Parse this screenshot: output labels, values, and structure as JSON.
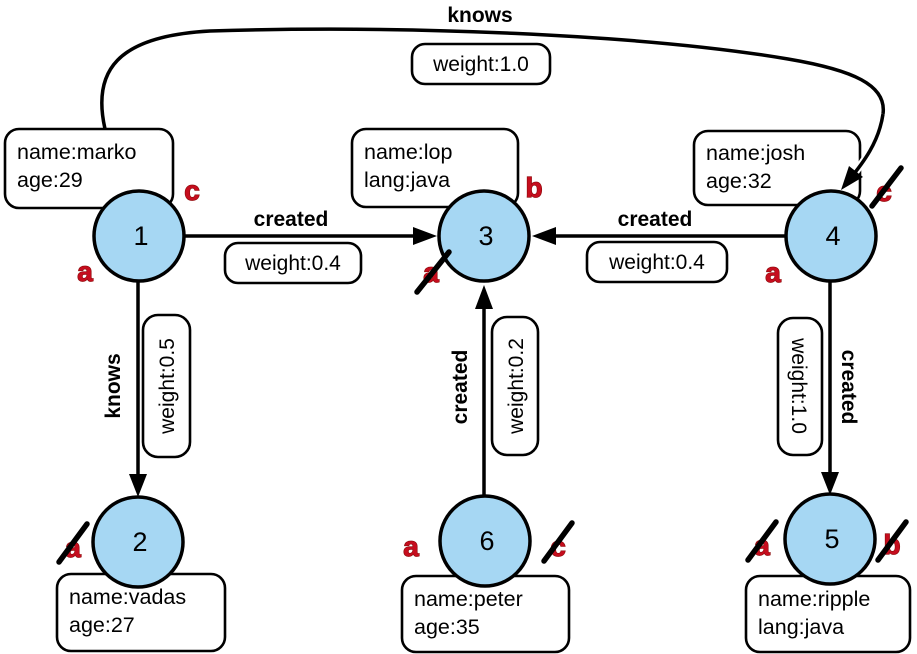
{
  "diagram": {
    "type": "property-graph",
    "colors": {
      "node_fill": "#a6d7f3",
      "node_stroke": "#000000",
      "edge_color": "#000000",
      "marker_red": "#c60d1e"
    },
    "nodes": [
      {
        "id": "1",
        "line1": "name:marko",
        "line2": "age:29",
        "markers": [
          {
            "letter": "c",
            "struck": false
          },
          {
            "letter": "a",
            "struck": false
          }
        ]
      },
      {
        "id": "2",
        "line1": "name:vadas",
        "line2": "age:27",
        "markers": [
          {
            "letter": "a",
            "struck": true
          }
        ]
      },
      {
        "id": "3",
        "line1": "name:lop",
        "line2": "lang:java",
        "markers": [
          {
            "letter": "b",
            "struck": false
          },
          {
            "letter": "a",
            "struck": true
          }
        ]
      },
      {
        "id": "4",
        "line1": "name:josh",
        "line2": "age:32",
        "markers": [
          {
            "letter": "c",
            "struck": true
          },
          {
            "letter": "a",
            "struck": false
          }
        ]
      },
      {
        "id": "5",
        "line1": "name:ripple",
        "line2": "lang:java",
        "markers": [
          {
            "letter": "a",
            "struck": true
          },
          {
            "letter": "b",
            "struck": true
          }
        ]
      },
      {
        "id": "6",
        "line1": "name:peter",
        "line2": "age:35",
        "markers": [
          {
            "letter": "a",
            "struck": false
          },
          {
            "letter": "c",
            "struck": true
          }
        ]
      }
    ],
    "edges": [
      {
        "from": "1",
        "to": "4",
        "label": "knows",
        "weight": "weight:1.0"
      },
      {
        "from": "1",
        "to": "3",
        "label": "created",
        "weight": "weight:0.4"
      },
      {
        "from": "4",
        "to": "3",
        "label": "created",
        "weight": "weight:0.4"
      },
      {
        "from": "1",
        "to": "2",
        "label": "knows",
        "weight": "weight:0.5"
      },
      {
        "from": "6",
        "to": "3",
        "label": "created",
        "weight": "weight:0.2"
      },
      {
        "from": "4",
        "to": "5",
        "label": "created",
        "weight": "weight:1.0"
      }
    ]
  }
}
